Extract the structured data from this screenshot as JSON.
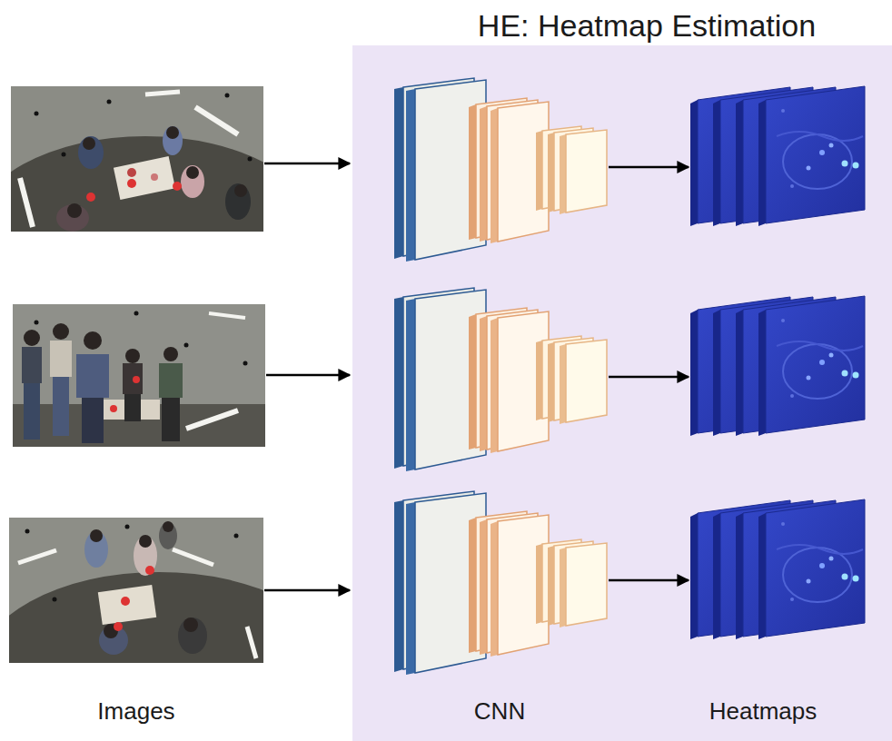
{
  "diagram": {
    "nodes": [
      {
        "text": [
          "HE: Heatmap Estimation",
          "CNN",
          "Heatmaps"
        ]
      }
    ],
    "labels": [
      "Images"
    ]
  }
}
